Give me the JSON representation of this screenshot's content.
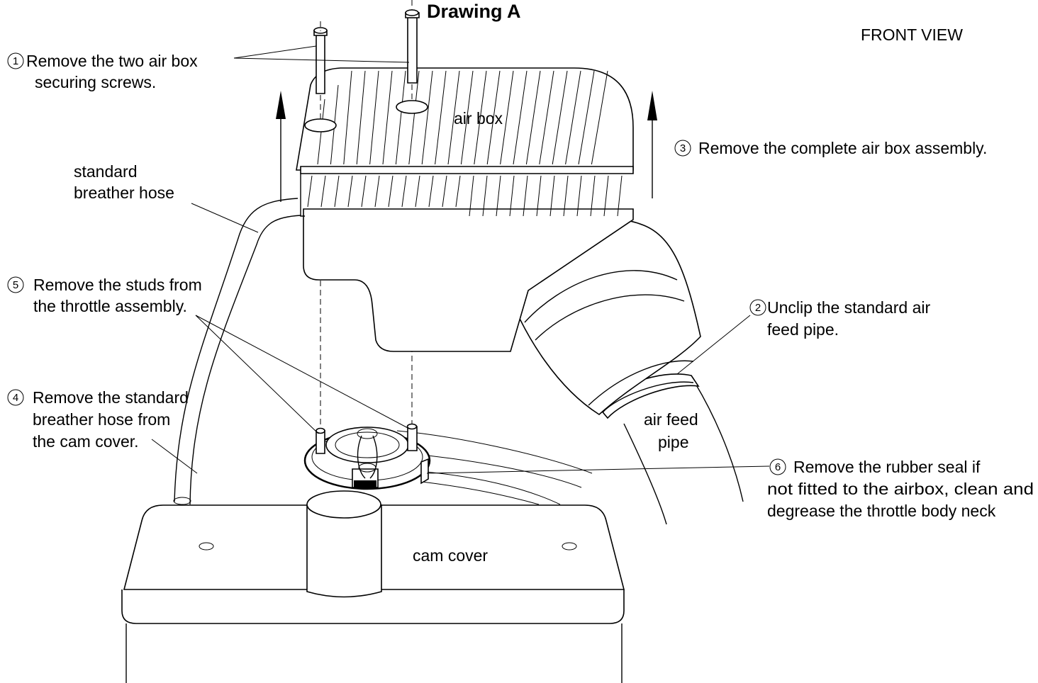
{
  "drawing_title": "Drawing A",
  "view_label": "FRONT VIEW",
  "parts": {
    "air_box": "air box",
    "breather_hose": [
      "standard",
      "breather hose"
    ],
    "air_feed_pipe": [
      "air feed",
      "pipe"
    ],
    "cam_cover": "cam cover"
  },
  "steps": [
    {
      "number": "1",
      "lines": [
        "Remove the two air box",
        "securing screws."
      ]
    },
    {
      "number": "2",
      "lines": [
        "Unclip the standard air",
        "feed pipe."
      ]
    },
    {
      "number": "3",
      "lines": [
        "Remove the complete air box assembly."
      ]
    },
    {
      "number": "4",
      "lines": [
        "Remove the standard",
        "breather hose from",
        "the cam cover."
      ]
    },
    {
      "number": "5",
      "lines": [
        "Remove the studs from",
        "the throttle assembly."
      ]
    },
    {
      "number": "6",
      "lines": [
        "Remove the rubber seal if",
        "not fitted to the airbox, clean and",
        "degrease the throttle body neck"
      ]
    }
  ]
}
